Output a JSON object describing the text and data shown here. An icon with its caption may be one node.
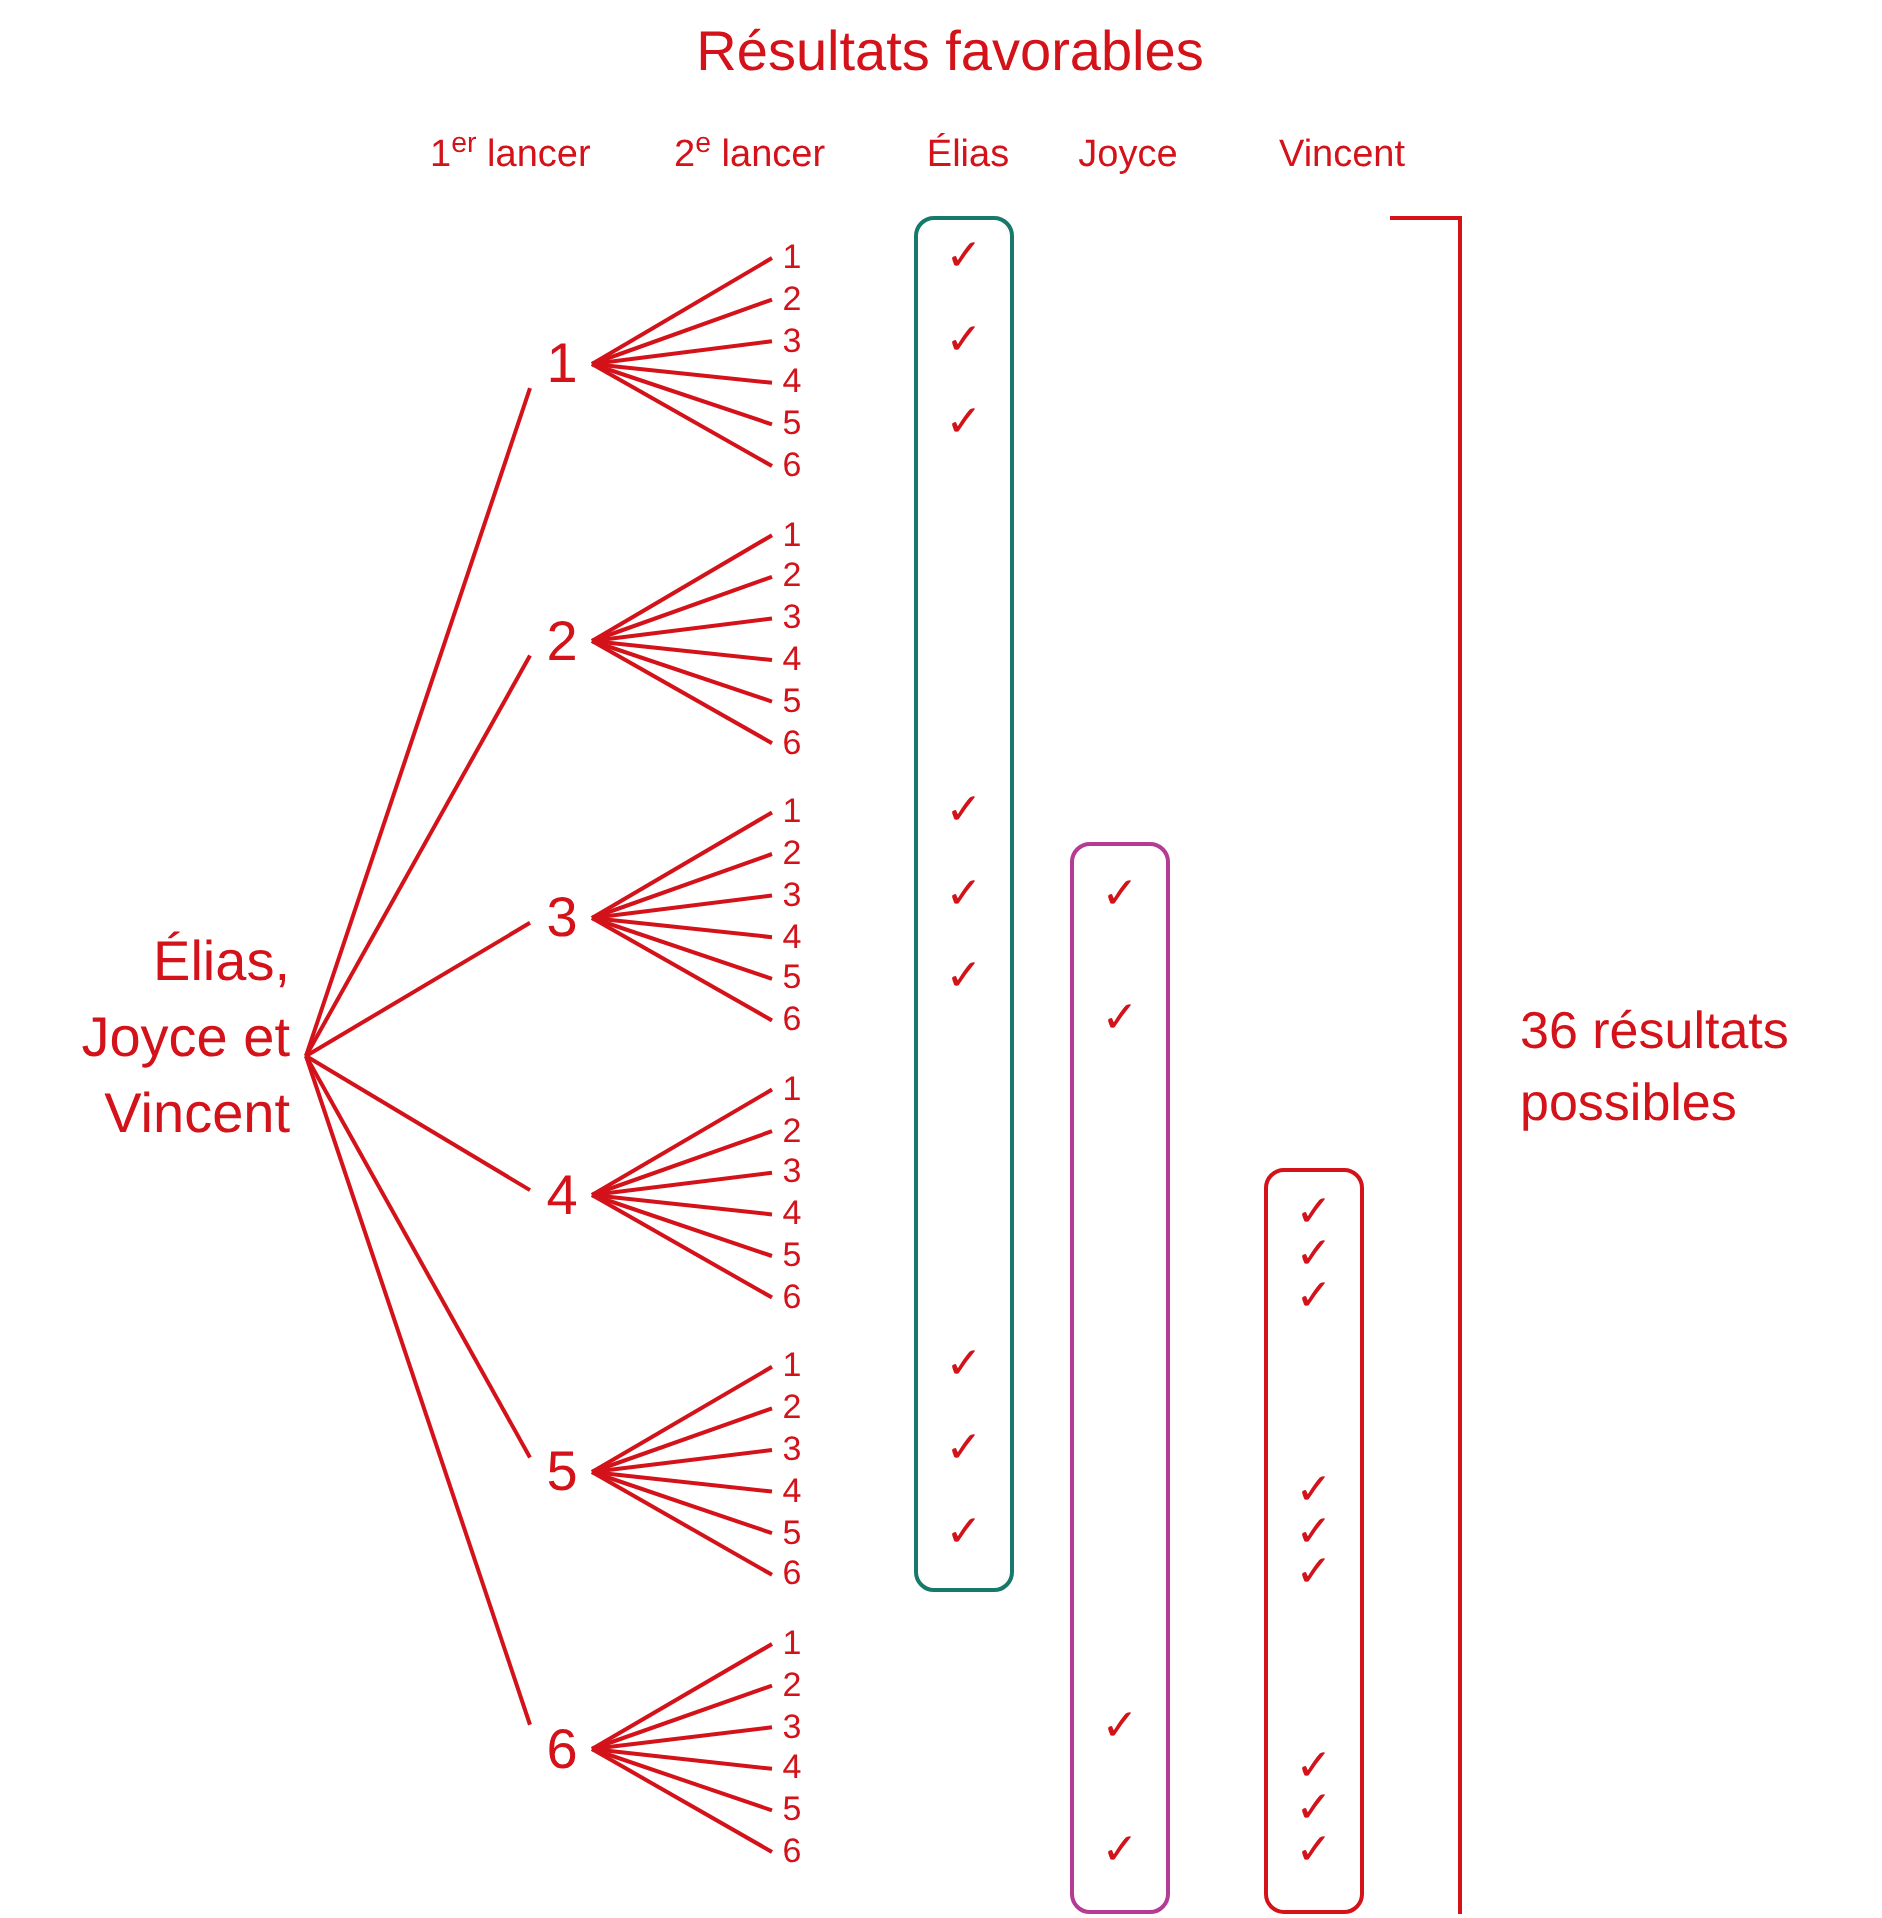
{
  "diagram": {
    "title": "Résultats favorables",
    "nodes": [
      {
        "text": [
          "Élias, Joyce et Vincent"
        ]
      },
      {
        "text": [
          "1"
        ]
      },
      {
        "text": [
          "2"
        ]
      },
      {
        "text": [
          "3"
        ]
      },
      {
        "text": [
          "4"
        ]
      },
      {
        "text": [
          "5"
        ]
      },
      {
        "text": [
          "6"
        ]
      },
      {
        "text": [
          "1"
        ]
      },
      {
        "text": [
          "2"
        ]
      },
      {
        "text": [
          "3"
        ]
      },
      {
        "text": [
          "4"
        ]
      },
      {
        "text": [
          "5"
        ]
      },
      {
        "text": [
          "6"
        ]
      },
      {
        "text": [
          "1"
        ]
      },
      {
        "text": [
          "2"
        ]
      },
      {
        "text": [
          "3"
        ]
      },
      {
        "text": [
          "4"
        ]
      },
      {
        "text": [
          "5"
        ]
      },
      {
        "text": [
          "6"
        ]
      },
      {
        "text": [
          "1"
        ]
      },
      {
        "text": [
          "2"
        ]
      },
      {
        "text": [
          "3"
        ]
      },
      {
        "text": [
          "4"
        ]
      },
      {
        "text": [
          "5"
        ]
      },
      {
        "text": [
          "6"
        ]
      },
      {
        "text": [
          "1"
        ]
      },
      {
        "text": [
          "2"
        ]
      },
      {
        "text": [
          "3"
        ]
      },
      {
        "text": [
          "4"
        ]
      },
      {
        "text": [
          "5"
        ]
      },
      {
        "text": [
          "6"
        ]
      },
      {
        "text": [
          "1"
        ]
      },
      {
        "text": [
          "2"
        ]
      },
      {
        "text": [
          "3"
        ]
      },
      {
        "text": [
          "4"
        ]
      },
      {
        "text": [
          "5"
        ]
      },
      {
        "text": [
          "6"
        ]
      },
      {
        "text": [
          "1"
        ]
      },
      {
        "text": [
          "2"
        ]
      },
      {
        "text": [
          "3"
        ]
      },
      {
        "text": [
          "4"
        ]
      },
      {
        "text": [
          "5"
        ]
      },
      {
        "text": [
          "6"
        ]
      },
      {
        "text": [
          "✓",
          "✓",
          "✓",
          "✓",
          "✓",
          "✓",
          "✓",
          "✓",
          "✓"
        ]
      },
      {
        "text": [
          "✓",
          "✓",
          "✓",
          "✓"
        ]
      },
      {
        "text": [
          "✓",
          "✓",
          "✓",
          "✓",
          "✓",
          "✓",
          "✓",
          "✓",
          "✓"
        ]
      }
    ],
    "edges": [
      {
        "from": 0,
        "to": 1,
        "arrow": "none"
      },
      {
        "from": 0,
        "to": 2,
        "arrow": "none"
      },
      {
        "from": 0,
        "to": 3,
        "arrow": "none"
      },
      {
        "from": 0,
        "to": 4,
        "arrow": "none"
      },
      {
        "from": 0,
        "to": 5,
        "arrow": "none"
      },
      {
        "from": 0,
        "to": 6,
        "arrow": "none"
      },
      {
        "from": 1,
        "to": 7,
        "arrow": "none"
      },
      {
        "from": 1,
        "to": 8,
        "arrow": "none"
      },
      {
        "from": 1,
        "to": 9,
        "arrow": "none"
      },
      {
        "from": 1,
        "to": 10,
        "arrow": "none"
      },
      {
        "from": 1,
        "to": 11,
        "arrow": "none"
      },
      {
        "from": 1,
        "to": 12,
        "arrow": "none"
      },
      {
        "from": 2,
        "to": 13,
        "arrow": "none"
      },
      {
        "from": 2,
        "to": 14,
        "arrow": "none"
      },
      {
        "from": 2,
        "to": 15,
        "arrow": "none"
      },
      {
        "from": 2,
        "to": 16,
        "arrow": "none"
      },
      {
        "from": 2,
        "to": 17,
        "arrow": "none"
      },
      {
        "from": 2,
        "to": 18,
        "arrow": "none"
      },
      {
        "from": 3,
        "to": 19,
        "arrow": "none"
      },
      {
        "from": 3,
        "to": 20,
        "arrow": "none"
      },
      {
        "from": 3,
        "to": 21,
        "arrow": "none"
      },
      {
        "from": 3,
        "to": 22,
        "arrow": "none"
      },
      {
        "from": 3,
        "to": 23,
        "arrow": "none"
      },
      {
        "from": 3,
        "to": 24,
        "arrow": "none"
      },
      {
        "from": 4,
        "to": 25,
        "arrow": "none"
      },
      {
        "from": 4,
        "to": 26,
        "arrow": "none"
      },
      {
        "from": 4,
        "to": 27,
        "arrow": "none"
      },
      {
        "from": 4,
        "to": 28,
        "arrow": "none"
      },
      {
        "from": 4,
        "to": 29,
        "arrow": "none"
      },
      {
        "from": 4,
        "to": 30,
        "arrow": "none"
      },
      {
        "from": 5,
        "to": 31,
        "arrow": "none"
      },
      {
        "from": 5,
        "to": 32,
        "arrow": "none"
      },
      {
        "from": 5,
        "to": 33,
        "arrow": "none"
      },
      {
        "from": 5,
        "to": 34,
        "arrow": "none"
      },
      {
        "from": 5,
        "to": 35,
        "arrow": "none"
      },
      {
        "from": 5,
        "to": 36,
        "arrow": "none"
      },
      {
        "from": 6,
        "to": 37,
        "arrow": "none"
      },
      {
        "from": 6,
        "to": 38,
        "arrow": "none"
      },
      {
        "from": 6,
        "to": 39,
        "arrow": "none"
      },
      {
        "from": 6,
        "to": 40,
        "arrow": "none"
      },
      {
        "from": 6,
        "to": 41,
        "arrow": "none"
      },
      {
        "from": 6,
        "to": 42,
        "arrow": "none"
      }
    ],
    "labels": [
      "1$^{er}$ lancer",
      "2$^{e}$ lancer",
      "Élias",
      "Joyce",
      "Vincent",
      "36 résultats possibles"
    ]
  }
}
